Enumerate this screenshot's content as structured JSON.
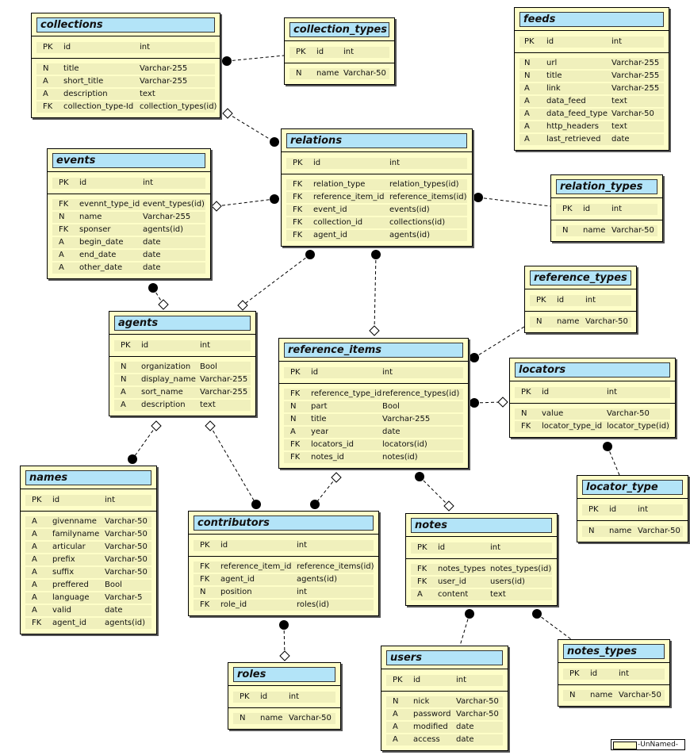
{
  "tables": [
    {
      "id": "collections",
      "title": "collections",
      "pk": {
        "key": "PK",
        "name": "id",
        "type": "int"
      },
      "fields": [
        {
          "key": "N",
          "name": "title",
          "type": "Varchar-255"
        },
        {
          "key": "A",
          "name": "short_title",
          "type": "Varchar-255"
        },
        {
          "key": "A",
          "name": "description",
          "type": "text"
        },
        {
          "key": "FK",
          "name": "collection_type-Id",
          "type": "collection_types(id)"
        }
      ]
    },
    {
      "id": "collection_types",
      "title": "collection_types",
      "pk": {
        "key": "PK",
        "name": "id",
        "type": "int"
      },
      "fields": [
        {
          "key": "N",
          "name": "name",
          "type": "Varchar-50"
        }
      ]
    },
    {
      "id": "feeds",
      "title": "feeds",
      "pk": {
        "key": "PK",
        "name": "id",
        "type": "int"
      },
      "fields": [
        {
          "key": "N",
          "name": "url",
          "type": "Varchar-255"
        },
        {
          "key": "N",
          "name": "title",
          "type": "Varchar-255"
        },
        {
          "key": "A",
          "name": "link",
          "type": "Varchar-255"
        },
        {
          "key": "A",
          "name": "data_feed",
          "type": "text"
        },
        {
          "key": "A",
          "name": "data_feed_type",
          "type": "Varchar-50"
        },
        {
          "key": "A",
          "name": "http_headers",
          "type": "text"
        },
        {
          "key": "A",
          "name": "last_retrieved",
          "type": "date"
        }
      ]
    },
    {
      "id": "relations",
      "title": "relations",
      "pk": {
        "key": "PK",
        "name": "id",
        "type": "int"
      },
      "fields": [
        {
          "key": "FK",
          "name": "relation_type",
          "type": "relation_types(id)"
        },
        {
          "key": "FK",
          "name": "reference_item_id",
          "type": "reference_items(id)"
        },
        {
          "key": "FK",
          "name": "event_id",
          "type": "events(id)"
        },
        {
          "key": "FK",
          "name": "collection_id",
          "type": "collections(id)"
        },
        {
          "key": "FK",
          "name": "agent_id",
          "type": "agents(id)"
        }
      ]
    },
    {
      "id": "events",
      "title": "events",
      "pk": {
        "key": "PK",
        "name": "id",
        "type": "int"
      },
      "fields": [
        {
          "key": "FK",
          "name": "evennt_type_id",
          "type": "event_types(id)"
        },
        {
          "key": "N",
          "name": "name",
          "type": "Varchar-255"
        },
        {
          "key": "FK",
          "name": "sponser",
          "type": "agents(id)"
        },
        {
          "key": "A",
          "name": "begin_date",
          "type": "date"
        },
        {
          "key": "A",
          "name": "end_date",
          "type": "date"
        },
        {
          "key": "A",
          "name": "other_date",
          "type": "date"
        }
      ]
    },
    {
      "id": "relation_types",
      "title": "relation_types",
      "pk": {
        "key": "PK",
        "name": "id",
        "type": "int"
      },
      "fields": [
        {
          "key": "N",
          "name": "name",
          "type": "Varchar-50"
        }
      ]
    },
    {
      "id": "reference_types",
      "title": "reference_types",
      "pk": {
        "key": "PK",
        "name": "id",
        "type": "int"
      },
      "fields": [
        {
          "key": "N",
          "name": "name",
          "type": "Varchar-50"
        }
      ]
    },
    {
      "id": "agents",
      "title": "agents",
      "pk": {
        "key": "PK",
        "name": "id",
        "type": "int"
      },
      "fields": [
        {
          "key": "N",
          "name": "organization",
          "type": "Bool"
        },
        {
          "key": "N",
          "name": "display_name",
          "type": "Varchar-255"
        },
        {
          "key": "A",
          "name": "sort_name",
          "type": "Varchar-255"
        },
        {
          "key": "A",
          "name": "description",
          "type": "text"
        }
      ]
    },
    {
      "id": "reference_items",
      "title": "reference_items",
      "pk": {
        "key": "PK",
        "name": "id",
        "type": "int"
      },
      "fields": [
        {
          "key": "FK",
          "name": "reference_type_id",
          "type": "reference_types(id)"
        },
        {
          "key": "N",
          "name": "part",
          "type": "Bool"
        },
        {
          "key": "N",
          "name": "title",
          "type": "Varchar-255"
        },
        {
          "key": "A",
          "name": "year",
          "type": "date"
        },
        {
          "key": "FK",
          "name": "locators_id",
          "type": "locators(id)"
        },
        {
          "key": "FK",
          "name": "notes_id",
          "type": "notes(id)"
        }
      ]
    },
    {
      "id": "locators",
      "title": "locators",
      "pk": {
        "key": "PK",
        "name": "id",
        "type": "int"
      },
      "fields": [
        {
          "key": "N",
          "name": "value",
          "type": "Varchar-50"
        },
        {
          "key": "FK",
          "name": "locator_type_id",
          "type": "locator_type(id)"
        }
      ]
    },
    {
      "id": "names",
      "title": "names",
      "pk": {
        "key": "PK",
        "name": "id",
        "type": "int"
      },
      "fields": [
        {
          "key": "A",
          "name": "givenname",
          "type": "Varchar-50"
        },
        {
          "key": "A",
          "name": "familyname",
          "type": "Varchar-50"
        },
        {
          "key": "A",
          "name": "articular",
          "type": "Varchar-50"
        },
        {
          "key": "A",
          "name": "prefix",
          "type": "Varchar-50"
        },
        {
          "key": "A",
          "name": "suffix",
          "type": "Varchar-50"
        },
        {
          "key": "A",
          "name": "preffered",
          "type": "Bool"
        },
        {
          "key": "A",
          "name": "language",
          "type": "Varchar-5"
        },
        {
          "key": "A",
          "name": "valid",
          "type": "date"
        },
        {
          "key": "FK",
          "name": "agent_id",
          "type": "agents(id)"
        }
      ]
    },
    {
      "id": "contributors",
      "title": "contributors",
      "pk": {
        "key": "PK",
        "name": "id",
        "type": "int"
      },
      "fields": [
        {
          "key": "FK",
          "name": "reference_item_id",
          "type": "reference_items(id)"
        },
        {
          "key": "FK",
          "name": "agent_id",
          "type": "agents(id)"
        },
        {
          "key": "N",
          "name": "position",
          "type": "int"
        },
        {
          "key": "FK",
          "name": "role_id",
          "type": "roles(id)"
        }
      ]
    },
    {
      "id": "notes",
      "title": "notes",
      "pk": {
        "key": "PK",
        "name": "id",
        "type": "int"
      },
      "fields": [
        {
          "key": "FK",
          "name": "notes_types",
          "type": "notes_types(id)"
        },
        {
          "key": "FK",
          "name": "user_id",
          "type": "users(id)"
        },
        {
          "key": "A",
          "name": "content",
          "type": "text"
        }
      ]
    },
    {
      "id": "locator_type",
      "title": "locator_type",
      "pk": {
        "key": "PK",
        "name": "id",
        "type": "int"
      },
      "fields": [
        {
          "key": "N",
          "name": "name",
          "type": "Varchar-50"
        }
      ]
    },
    {
      "id": "roles",
      "title": "roles",
      "pk": {
        "key": "PK",
        "name": "id",
        "type": "int"
      },
      "fields": [
        {
          "key": "N",
          "name": "name",
          "type": "Varchar-50"
        }
      ]
    },
    {
      "id": "users",
      "title": "users",
      "pk": {
        "key": "PK",
        "name": "id",
        "type": "int"
      },
      "fields": [
        {
          "key": "N",
          "name": "nick",
          "type": "Varchar-50"
        },
        {
          "key": "A",
          "name": "password",
          "type": "Varchar-50"
        },
        {
          "key": "A",
          "name": "modified",
          "type": "date"
        },
        {
          "key": "A",
          "name": "access",
          "type": "date"
        }
      ]
    },
    {
      "id": "notes_types",
      "title": "notes_types",
      "pk": {
        "key": "PK",
        "name": "id",
        "type": "int"
      },
      "fields": [
        {
          "key": "N",
          "name": "name",
          "type": "Varchar-50"
        }
      ]
    }
  ],
  "relationships": [
    {
      "from": "collections",
      "to": "collection_types"
    },
    {
      "from": "collections",
      "to": "relations"
    },
    {
      "from": "events",
      "to": "relations"
    },
    {
      "from": "relations",
      "to": "relation_types"
    },
    {
      "from": "relations",
      "to": "agents"
    },
    {
      "from": "relations",
      "to": "reference_items"
    },
    {
      "from": "events",
      "to": "agents"
    },
    {
      "from": "reference_items",
      "to": "reference_types"
    },
    {
      "from": "reference_items",
      "to": "locators"
    },
    {
      "from": "locators",
      "to": "locator_type"
    },
    {
      "from": "agents",
      "to": "names"
    },
    {
      "from": "agents",
      "to": "contributors"
    },
    {
      "from": "reference_items",
      "to": "contributors"
    },
    {
      "from": "reference_items",
      "to": "notes"
    },
    {
      "from": "contributors",
      "to": "roles"
    },
    {
      "from": "notes",
      "to": "users"
    },
    {
      "from": "notes",
      "to": "notes_types"
    }
  ],
  "legend": {
    "label": "-UnNamed-",
    "color": "#fefec8"
  },
  "colors": {
    "table_bg": "#fefec8",
    "title_bg": "#b3e4f8",
    "row_shade": "#f0f0bc"
  }
}
